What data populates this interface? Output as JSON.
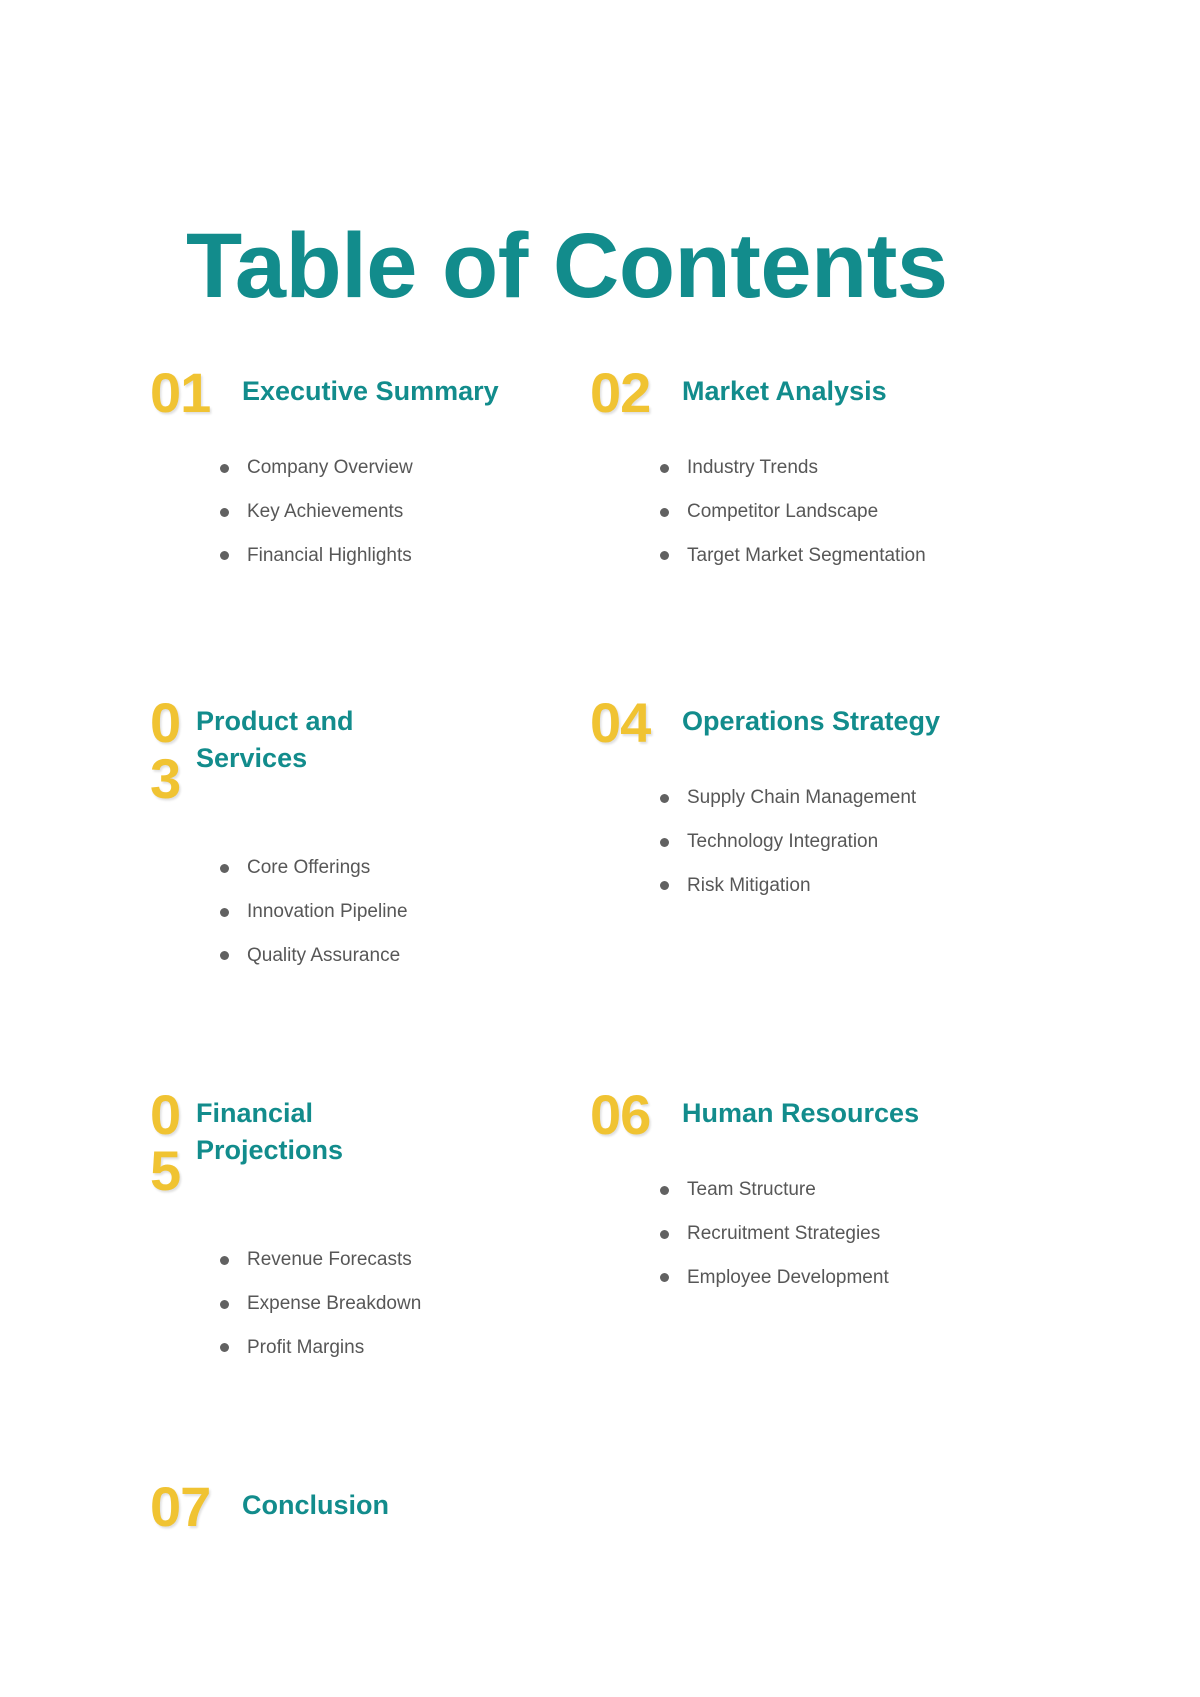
{
  "document": {
    "title": "Table of Contents"
  },
  "colors": {
    "teal": "#128c8c",
    "yellow": "#f0c332",
    "body_text": "#575757",
    "bullet": "#616161",
    "background": "#ffffff"
  },
  "sections": [
    {
      "number": "01",
      "title": "Executive Summary",
      "items": [
        "Company Overview",
        "Key Achievements",
        "Financial Highlights"
      ]
    },
    {
      "number": "02",
      "title": "Market Analysis",
      "items": [
        "Industry Trends",
        "Competitor Landscape",
        "Target Market Segmentation"
      ]
    },
    {
      "number": "03",
      "title": "Product and Services",
      "items": [
        "Core Offerings",
        "Innovation Pipeline",
        "Quality Assurance"
      ]
    },
    {
      "number": "04",
      "title": "Operations Strategy",
      "items": [
        "Supply Chain Management",
        "Technology Integration",
        "Risk Mitigation"
      ]
    },
    {
      "number": "05",
      "title": "Financial Projections",
      "items": [
        "Revenue Forecasts",
        "Expense Breakdown",
        "Profit Margins"
      ]
    },
    {
      "number": "06",
      "title": "Human Resources",
      "items": [
        "Team Structure",
        "Recruitment Strategies",
        "Employee Development"
      ]
    },
    {
      "number": "07",
      "title": "Conclusion",
      "items": []
    }
  ]
}
